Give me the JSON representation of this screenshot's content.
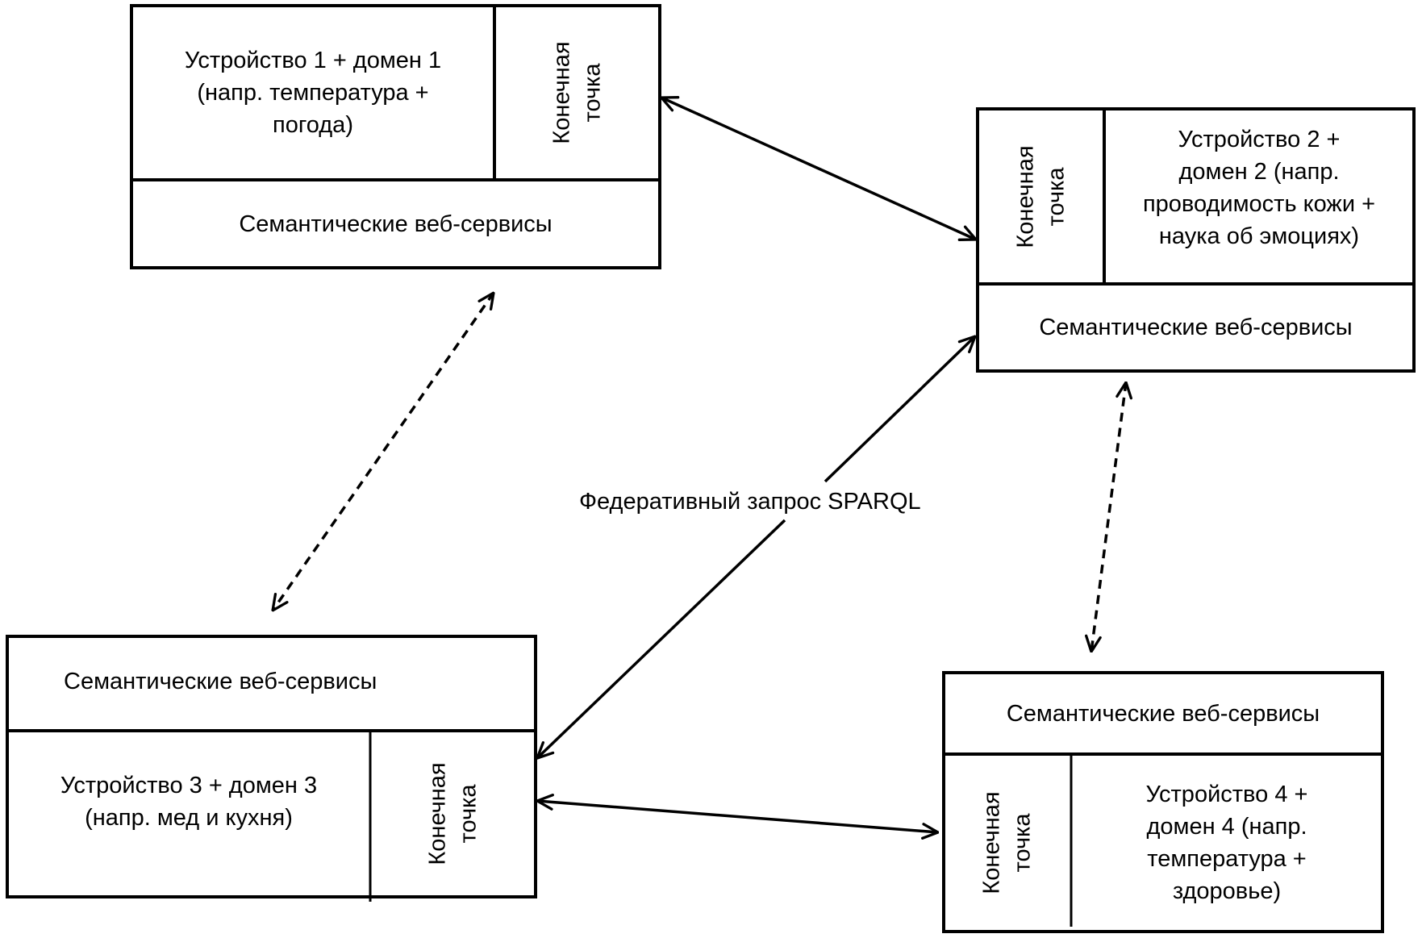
{
  "diagram": {
    "type": "federated semantic endpoints",
    "colors": {
      "stroke": "#000000",
      "background": "#ffffff",
      "text": "#000000"
    },
    "nodes": [
      {
        "id": "node1",
        "device_label": "Устройство 1 + домен 1 (напр. температура + погода)",
        "device_lines": [
          "Устройство 1 + домен 1",
          "(напр. температура +",
          "погода)"
        ],
        "endpoint_lines": [
          "Конечная",
          "точка"
        ],
        "services_label": "Семантические веб-сервисы"
      },
      {
        "id": "node2",
        "device_label": "Устройство 2 + домен 2 (напр. проводимость кожи + наука об эмоциях)",
        "device_lines": [
          "Устройство 2 +",
          "домен 2 (напр.",
          "проводимость кожи +",
          "наука об эмоциях)"
        ],
        "endpoint_lines": [
          "Конечная",
          "точка"
        ],
        "services_label": "Семантические веб-сервисы"
      },
      {
        "id": "node3",
        "device_label": "Устройство 3 + домен 3 (напр. мед и кухня)",
        "device_lines": [
          "Устройство 3 + домен 3",
          "(напр. мед и кухня)"
        ],
        "endpoint_lines": [
          "Конечная",
          "точка"
        ],
        "services_label": "Семантические веб-сервисы"
      },
      {
        "id": "node4",
        "device_label": "Устройство 4 + домен 4 (напр. температура + здоровье)",
        "device_lines": [
          "Устройство 4 +",
          "домен 4 (напр.",
          "температура +",
          "здоровье)"
        ],
        "endpoint_lines": [
          "Конечная",
          "точка"
        ],
        "services_label": "Семантические веб-сервисы"
      }
    ],
    "edges": [
      {
        "from": "node1",
        "to": "node2",
        "style": "solid",
        "direction": "bidirectional",
        "label": ""
      },
      {
        "from": "node3",
        "to": "node2",
        "style": "solid",
        "direction": "bidirectional",
        "label": "Федеративный запрос SPARQL"
      },
      {
        "from": "node3",
        "to": "node4",
        "style": "solid",
        "direction": "bidirectional",
        "label": ""
      },
      {
        "from": "node1",
        "to": "node3",
        "style": "dashed",
        "direction": "bidirectional",
        "label": ""
      },
      {
        "from": "node2",
        "to": "node4",
        "style": "dashed",
        "direction": "bidirectional",
        "label": ""
      }
    ]
  }
}
